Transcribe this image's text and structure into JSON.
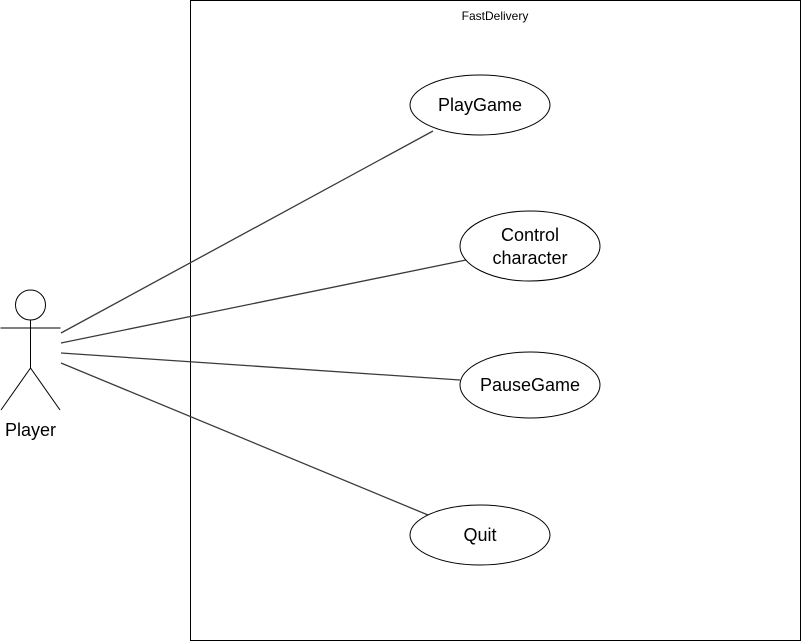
{
  "diagram": {
    "type": "use-case",
    "system": {
      "title": "FastDelivery"
    },
    "actor": {
      "label": "Player"
    },
    "use_cases": [
      {
        "id": "playgame",
        "lines": [
          "PlayGame"
        ]
      },
      {
        "id": "control-character",
        "lines": [
          "Control",
          "character"
        ]
      },
      {
        "id": "pausegame",
        "lines": [
          "PauseGame"
        ]
      },
      {
        "id": "quit",
        "lines": [
          "Quit"
        ]
      }
    ],
    "associations": [
      {
        "from": "actor",
        "to": "playgame"
      },
      {
        "from": "actor",
        "to": "control-character"
      },
      {
        "from": "actor",
        "to": "pausegame"
      },
      {
        "from": "actor",
        "to": "quit"
      }
    ]
  }
}
